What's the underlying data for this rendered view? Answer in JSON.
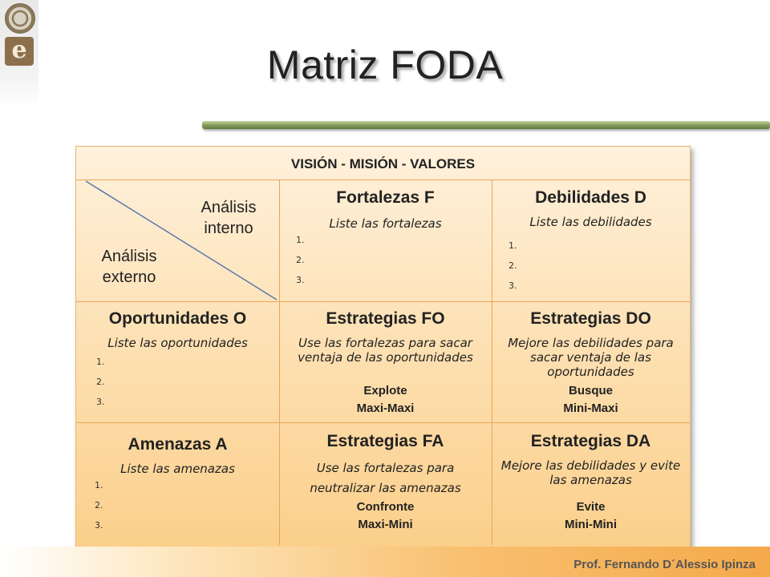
{
  "slide": {
    "title": "Matriz FODA",
    "footer": "Prof. Fernando D´Alessio Ipinza",
    "logo_letter": "e"
  },
  "matrix": {
    "header": "VISIÓN  -  MISIÓN  -  VALORES",
    "corner": {
      "internal_label": "Análisis interno",
      "external_label": "Análisis externo"
    },
    "fortalezas": {
      "title": "Fortalezas F",
      "subtitle": "Liste las fortalezas",
      "items": [
        "1.",
        "2.",
        "3."
      ]
    },
    "debilidades": {
      "title": "Debilidades D",
      "subtitle": "Liste las debilidades",
      "items": [
        "1.",
        "2.",
        "3."
      ]
    },
    "oportunidades": {
      "title": "Oportunidades O",
      "subtitle": "Liste las oportunidades",
      "items": [
        "1.",
        "2.",
        "3."
      ]
    },
    "amenazas": {
      "title": "Amenazas A",
      "subtitle": "Liste las amenazas",
      "items": [
        "1.",
        "2.",
        "3."
      ]
    },
    "fo": {
      "title": "Estrategias FO",
      "description": "Use las fortalezas para sacar ventaja de las oportunidades",
      "action": "Explote",
      "label": "Maxi-Maxi"
    },
    "do": {
      "title": "Estrategias DO",
      "description": "Mejore las debilidades para sacar ventaja de las oportunidades",
      "action": "Busque",
      "label": "Mini-Maxi"
    },
    "fa": {
      "title": "Estrategias FA",
      "description": "Use las fortalezas para neutralizar las amenazas",
      "action": "Confronte",
      "label": "Maxi-Mini"
    },
    "da": {
      "title": "Estrategias DA",
      "description": "Mejore las debilidades y evite las amenazas",
      "action": "Evite",
      "label": "Mini-Mini"
    }
  }
}
